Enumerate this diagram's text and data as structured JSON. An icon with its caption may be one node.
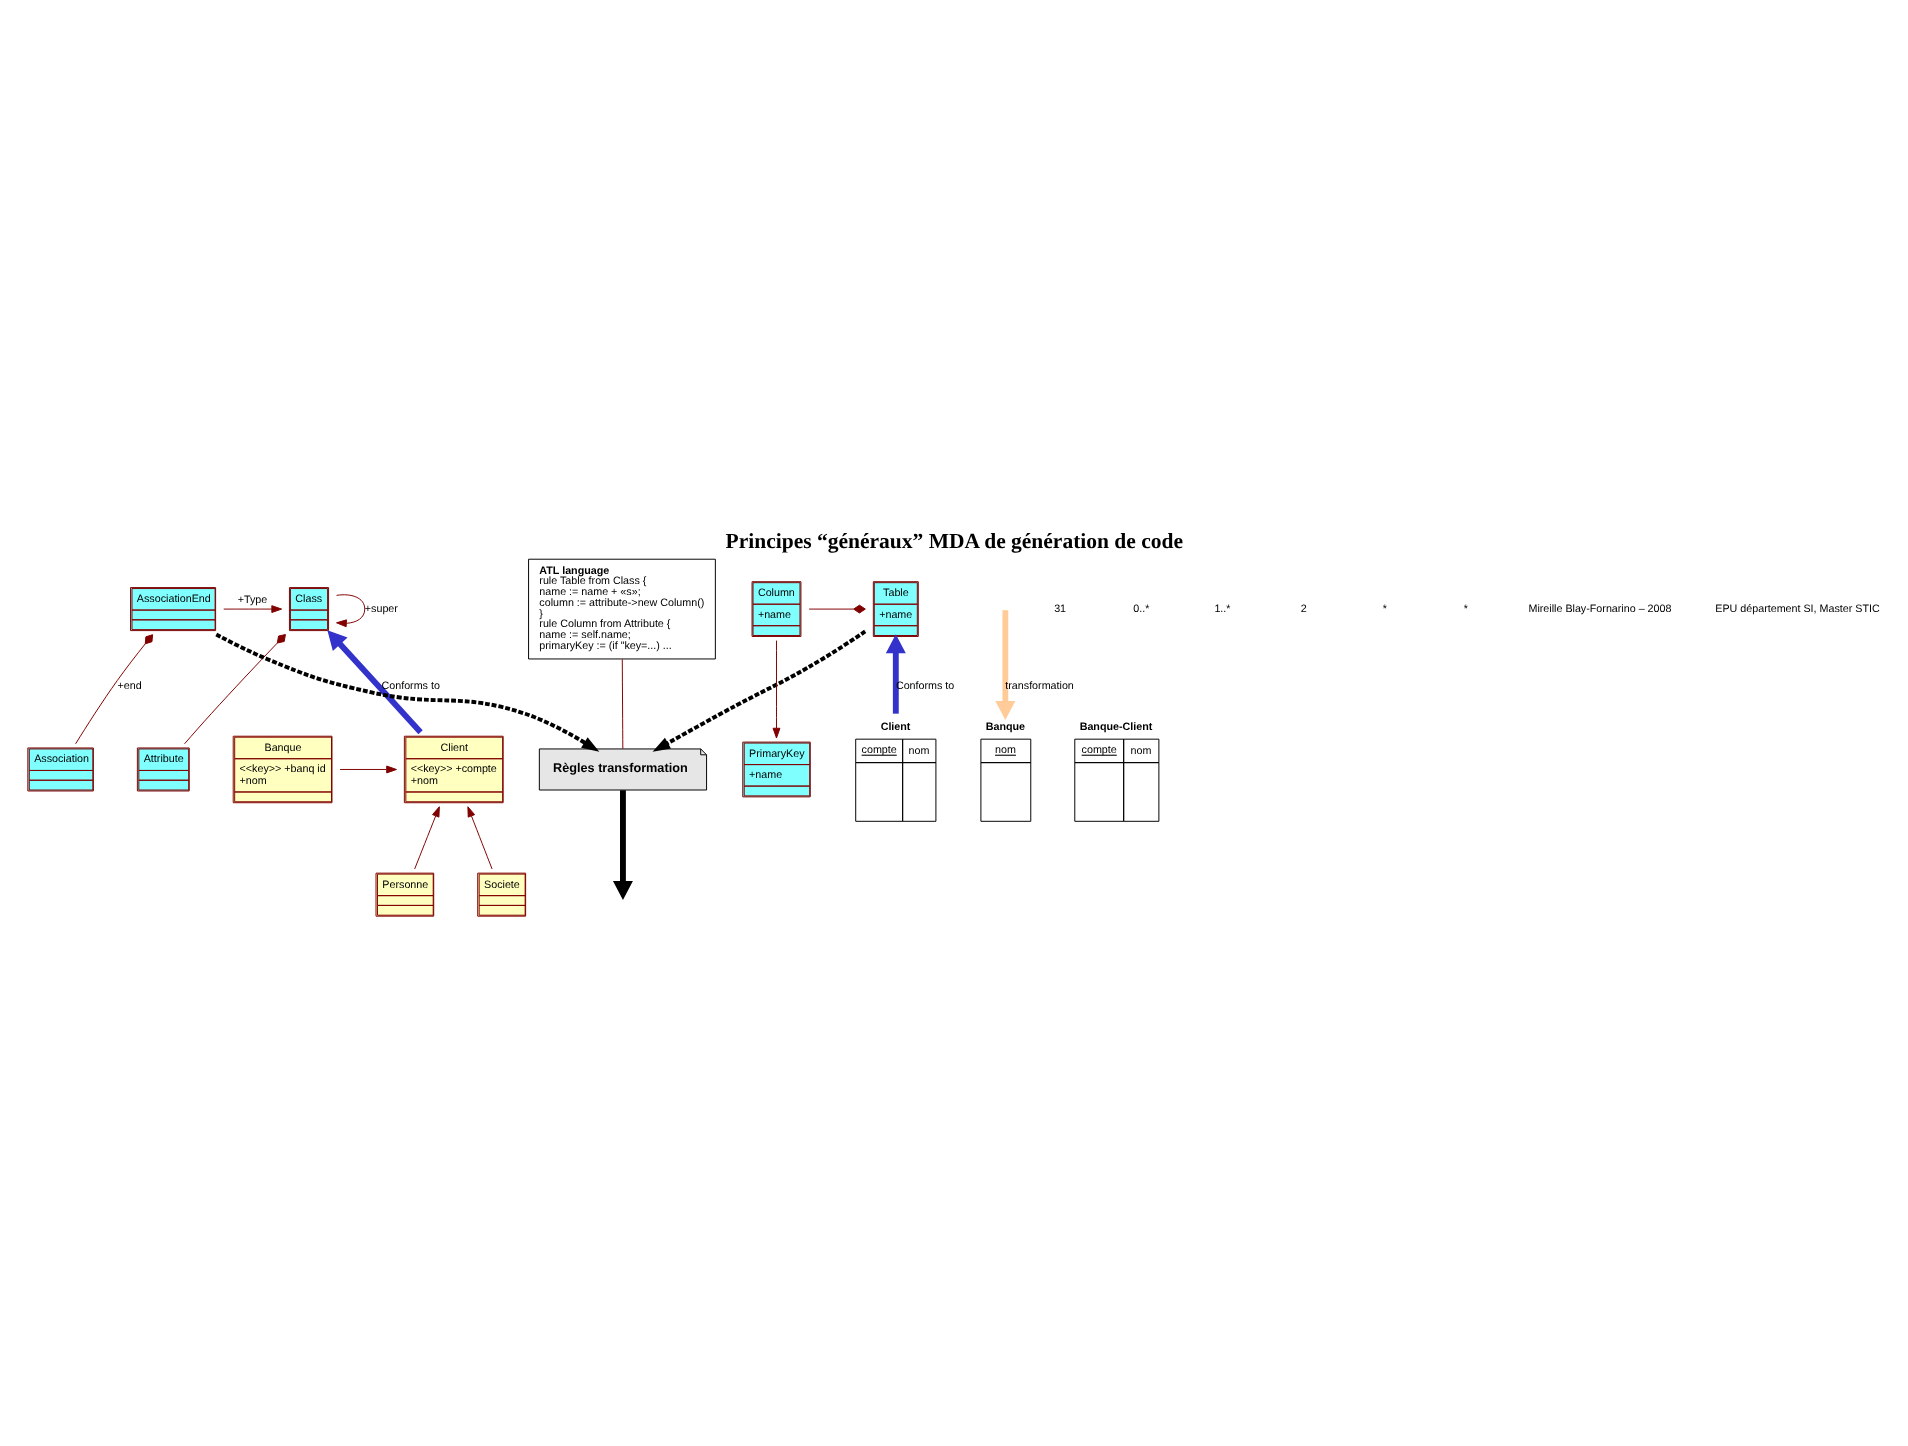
{
  "diagram": {
    "title": "Principes “généraux” MDA de génération de code",
    "nodes": [
      {
        "text": [
          "Class"
        ]
      },
      {
        "text": [
          "AssociationEnd"
        ]
      },
      {
        "text": [
          "Attribute"
        ]
      },
      {
        "text": [
          "Association"
        ]
      },
      {
        "text": [
          "Table",
          "+name"
        ]
      },
      {
        "text": [
          "Column",
          "+name"
        ]
      },
      {
        "text": [
          "PrimaryKey",
          "+name"
        ]
      },
      {
        "text": [
          "ATL language",
          "rule Table from Class {",
          "name := name + «s»;",
          "column := attribute->new Column()",
          "}",
          "rule Column from Attribute {",
          "name := self.name;",
          "primaryKey := (if \"key=...) ..."
        ]
      },
      {
        "text": [
          "Règles transformation"
        ]
      },
      {
        "text": [
          "Banque",
          "<<key>> +banq id",
          "+nom"
        ]
      },
      {
        "text": [
          "Client",
          "<<key>> +compte",
          "+nom"
        ]
      },
      {
        "text": [
          "Societe"
        ]
      },
      {
        "text": [
          "Personne"
        ]
      },
      {
        "text": [
          "Banque",
          "nom"
        ]
      },
      {
        "text": [
          "Client",
          "compte",
          "nom"
        ]
      },
      {
        "text": [
          "Banque-Client",
          "compte",
          "nom"
        ]
      }
    ],
    "edges": [
      {
        "from": 0,
        "to": 0,
        "arrow": "to",
        "label": "+super"
      },
      {
        "from": 1,
        "to": 0,
        "arrow": "to",
        "label": "+Type"
      },
      {
        "from": 2,
        "to": 0,
        "arrow": "other"
      },
      {
        "from": 3,
        "to": 1,
        "arrow": "other",
        "label": "+end"
      },
      {
        "from": 5,
        "to": 4,
        "arrow": "other"
      },
      {
        "from": 5,
        "to": 6,
        "arrow": "to"
      },
      {
        "from": 9,
        "to": 10,
        "arrow": "to"
      },
      {
        "from": 11,
        "to": 10,
        "arrow": "to"
      },
      {
        "from": 12,
        "to": 10,
        "arrow": "to"
      },
      {
        "from": 10,
        "to": 0,
        "arrow": "to",
        "label": "Conforms to",
        "style": "thick",
        "color": "#3333cc"
      },
      {
        "from": 14,
        "to": 4,
        "arrow": "to",
        "label": "Conforms to",
        "style": "thick",
        "color": "#3333cc"
      },
      {
        "from": 1,
        "to": 8,
        "arrow": "to",
        "style": "dashed",
        "color": "#000000"
      },
      {
        "from": 4,
        "to": 8,
        "arrow": "to",
        "style": "dashed",
        "color": "#000000"
      },
      {
        "from": 7,
        "to": 8,
        "arrow": "none"
      },
      {
        "from": 8,
        "to": null,
        "arrow": "to",
        "style": "thick",
        "color": "#000000"
      },
      {
        "from": null,
        "to": 13,
        "arrow": "to",
        "label": "transformation",
        "style": "thick",
        "color": "#ffcc99"
      }
    ],
    "labels": [
      "31",
      "0..*",
      "1..*",
      "2",
      "*",
      "*",
      "Mireille Blay-Fornarino – 2008",
      "EPU département SI, Master STIC"
    ]
  }
}
